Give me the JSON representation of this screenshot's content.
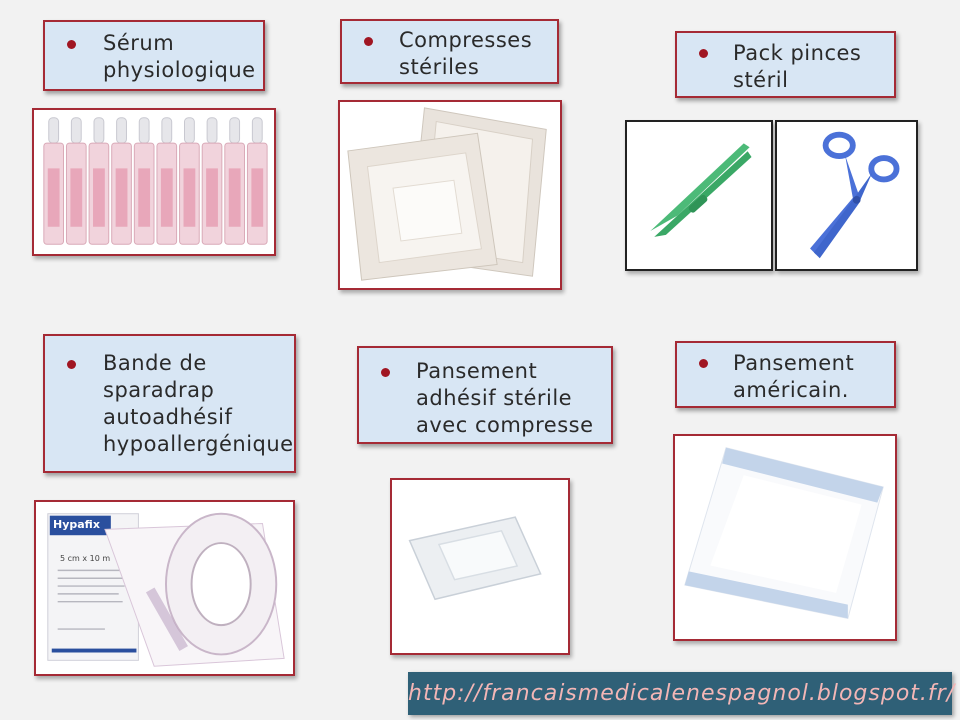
{
  "items": [
    {
      "lines": [
        "Sérum",
        "physiologique"
      ]
    },
    {
      "lines": [
        "Compresses",
        "stériles"
      ]
    },
    {
      "lines": [
        "Pack pinces",
        "stéril"
      ]
    },
    {
      "lines": [
        "Bande de",
        "sparadrap",
        "autoadhésif",
        "hypoallergénique"
      ]
    },
    {
      "lines": [
        "Pansement",
        "adhésif stérile",
        "avec compresse"
      ]
    },
    {
      "lines": [
        "Pansement",
        "américain."
      ]
    }
  ],
  "hypafix": {
    "brand": "Hypafix",
    "size": "5 cm x 10 m"
  },
  "footer": {
    "url": "http://francaismedicalenespagnol.blogspot.fr/"
  },
  "colors": {
    "label_bg": "#d8e6f4",
    "border": "#a52a35",
    "bullet": "#a01622",
    "footer_bg": "#2f6077",
    "footer_text": "#f3b6b6"
  },
  "icons": [
    "bullet-icon"
  ]
}
